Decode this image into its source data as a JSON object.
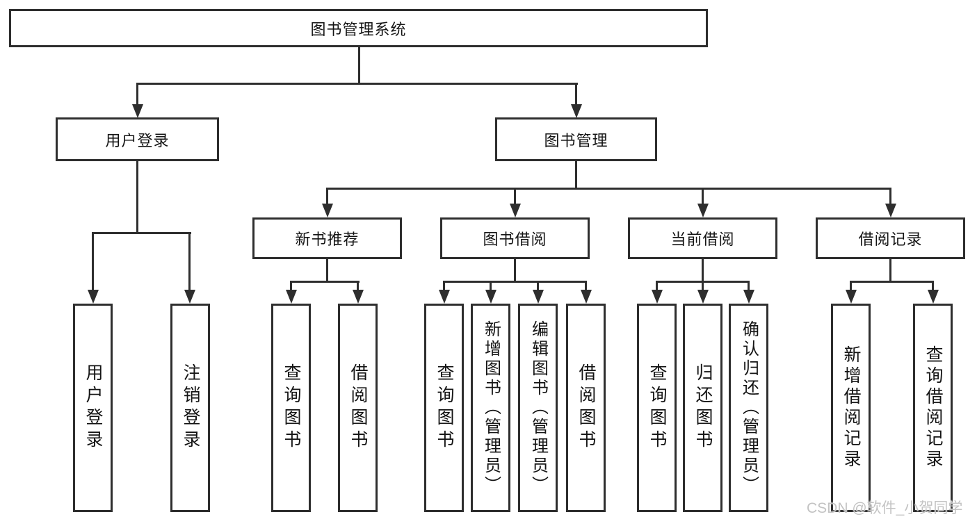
{
  "diagram": {
    "title": "图书管理系统",
    "root": {
      "label": "图书管理系统"
    },
    "branches": [
      {
        "label": "用户登录",
        "children": [
          {
            "label": "用户登录"
          },
          {
            "label": "注销登录"
          }
        ]
      },
      {
        "label": "图书管理",
        "children": [
          {
            "label": "新书推荐",
            "children": [
              {
                "label": "查询图书"
              },
              {
                "label": "借阅图书"
              }
            ]
          },
          {
            "label": "图书借阅",
            "children": [
              {
                "label": "查询图书"
              },
              {
                "label": "新增图书（管理员）"
              },
              {
                "label": "编辑图书（管理员）"
              },
              {
                "label": "借阅图书"
              }
            ]
          },
          {
            "label": "当前借阅",
            "children": [
              {
                "label": "查询图书"
              },
              {
                "label": "归还图书"
              },
              {
                "label": "确认归还（管理员）"
              }
            ]
          },
          {
            "label": "借阅记录",
            "children": [
              {
                "label": "新增借阅记录"
              },
              {
                "label": "查询借阅记录"
              }
            ]
          }
        ]
      }
    ]
  },
  "colors": {
    "line": "#2e2e2e",
    "background": "#ffffff",
    "text": "#141414",
    "watermark": "#c3c3c3"
  },
  "watermark": {
    "text": "CSDN @软件_小贺同学"
  }
}
